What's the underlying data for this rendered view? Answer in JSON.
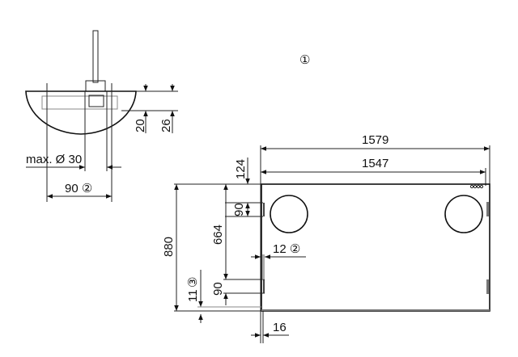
{
  "view_marker": "①",
  "side_view": {
    "dim_20": "20",
    "dim_26": "26",
    "dim_max_diameter": "max. Ø 30",
    "dim_90_width": "90 ②"
  },
  "front_view": {
    "dim_1579": "1579",
    "dim_1547": "1547",
    "dim_124": "124",
    "dim_90_top": "90",
    "dim_664": "664",
    "dim_90_bottom": "90",
    "dim_880": "880",
    "dim_11": "11",
    "marker_3": "③",
    "dim_12": "12 ②",
    "dim_16": "16"
  }
}
